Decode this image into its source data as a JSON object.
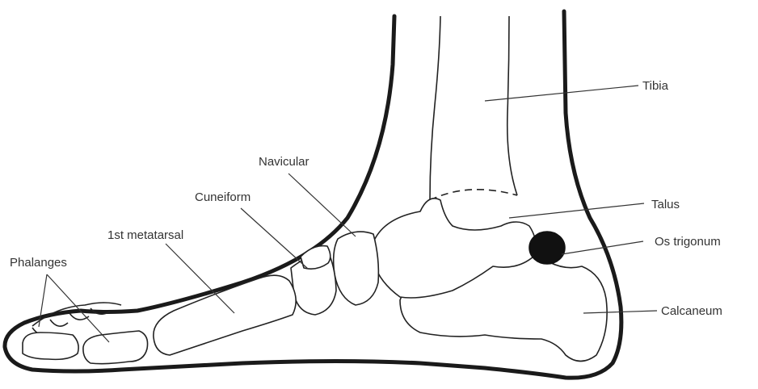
{
  "labels": {
    "tibia": "Tibia",
    "talus": "Talus",
    "os_trigonum": "Os trigonum",
    "calcaneum": "Calcaneum",
    "navicular": "Navicular",
    "cuneiform": "Cuneiform",
    "first_metatarsal": "1st metatarsal",
    "phalanges": "Phalanges"
  },
  "colors": {
    "outline": "#1a1a1a",
    "text": "#333333",
    "os_trigonum_fill": "#111111"
  }
}
